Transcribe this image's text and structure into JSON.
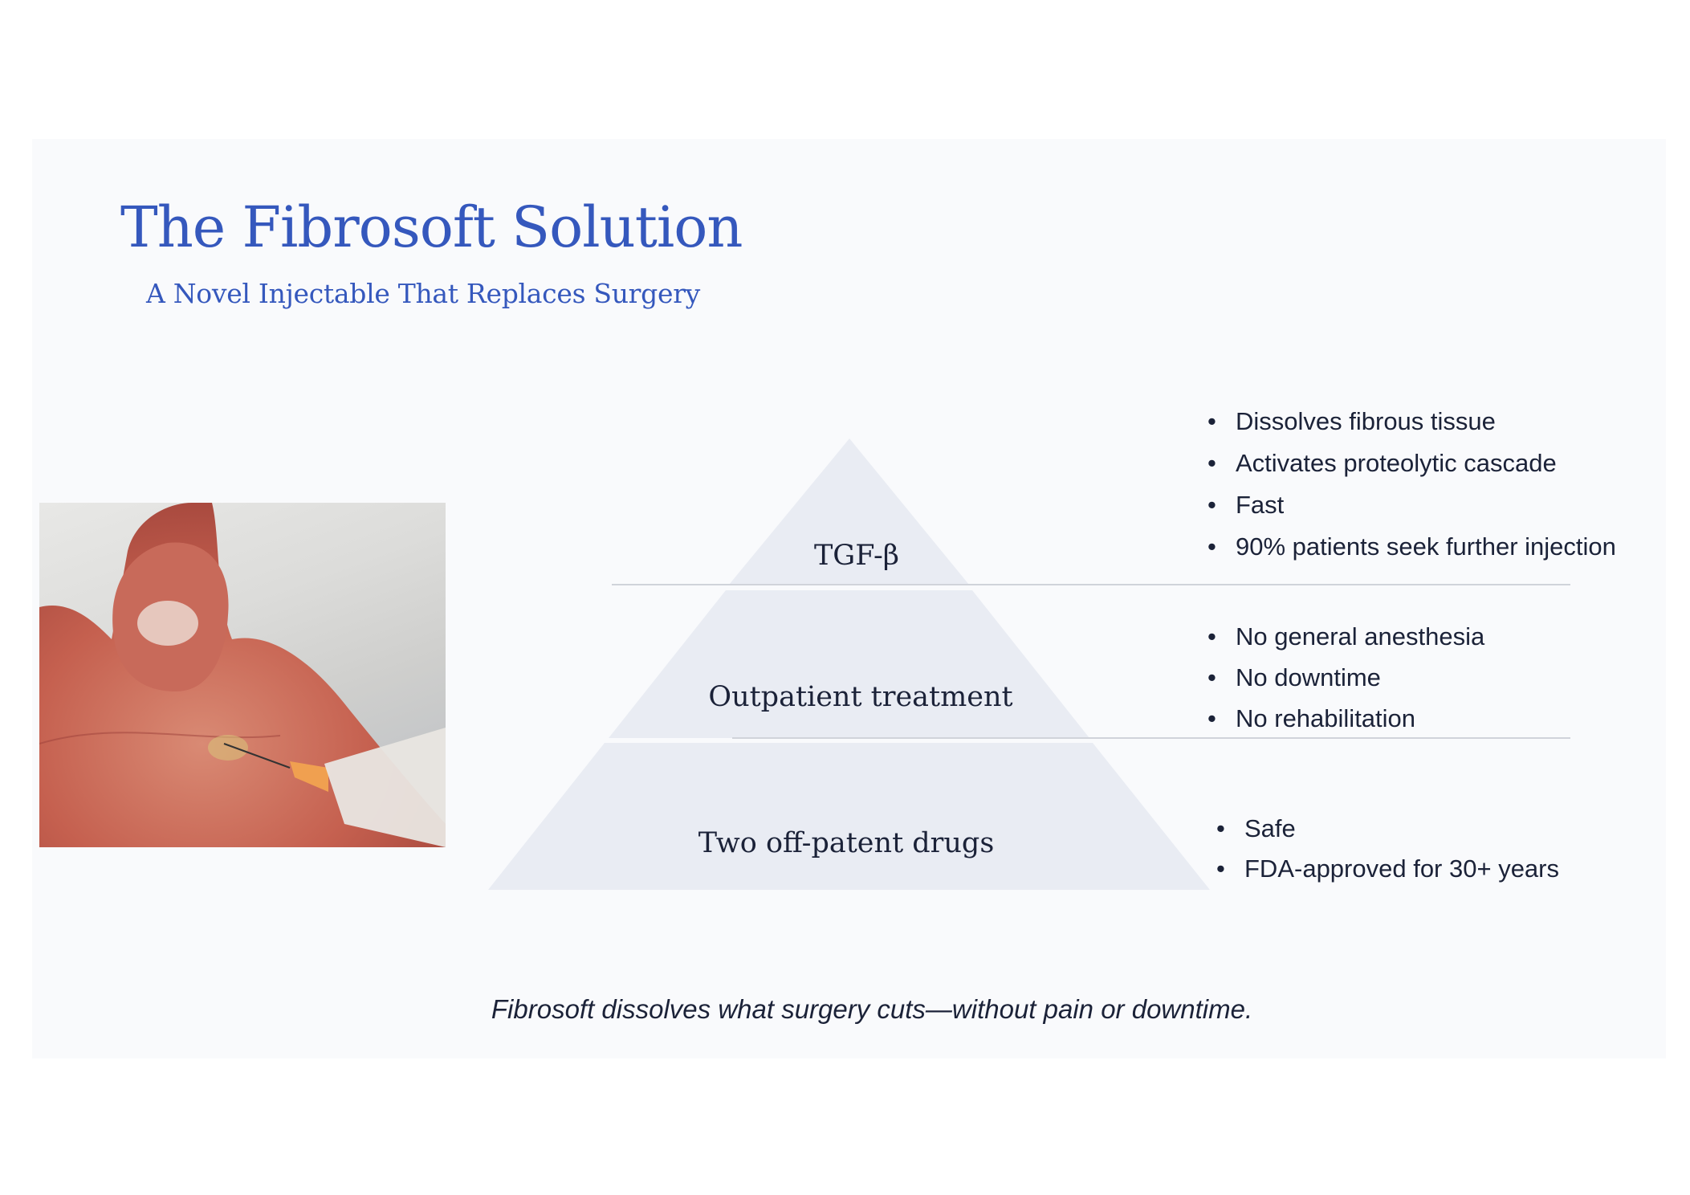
{
  "slide": {
    "title": "The Fibrosoft Solution",
    "subtitle": "A Novel Injectable That Replaces Surgery",
    "pyramid": {
      "tiers": [
        {
          "label": "TGF-β",
          "bullets": [
            "Dissolves fibrous tissue",
            "Activates proteolytic cascade",
            "Fast",
            "90% patients seek further injection"
          ]
        },
        {
          "label": "Outpatient treatment",
          "bullets": [
            "No general anesthesia",
            "No downtime",
            "No rehabilitation"
          ]
        },
        {
          "label": "Two off-patent drugs",
          "bullets": [
            "Safe",
            "FDA-approved for 30+ years"
          ]
        }
      ]
    },
    "footer": "Fibrosoft dissolves what surgery cuts—without pain or downtime.",
    "bullet_glyph": "•",
    "colors": {
      "accent": "#3558bd",
      "text": "#1b2238",
      "tier": "#e9ecf3",
      "divider": "#d0d3da",
      "background": "#f9fafc"
    }
  }
}
